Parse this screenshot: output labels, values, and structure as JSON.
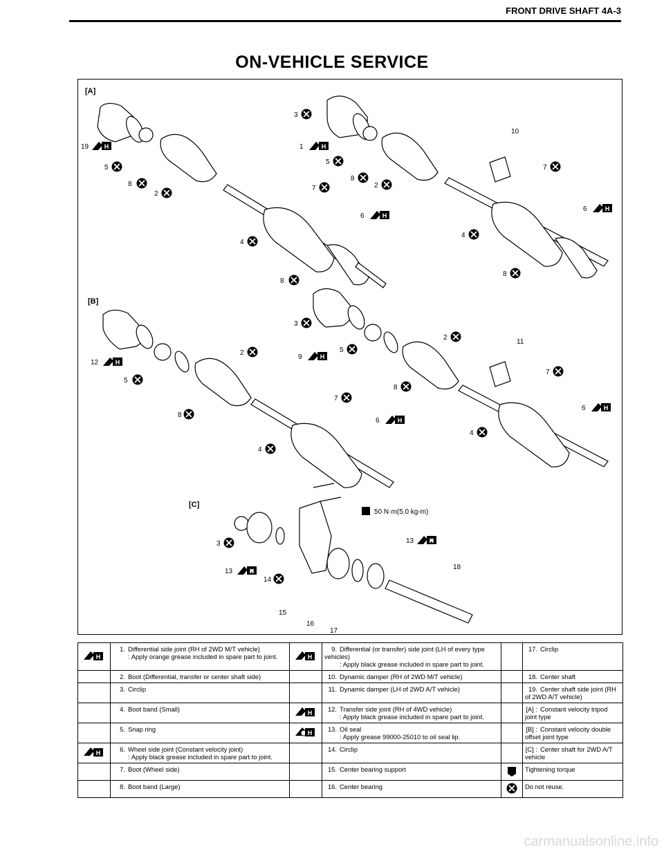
{
  "header": {
    "title": "FRONT DRIVE SHAFT 4A-3"
  },
  "page_title": "ON-VEHICLE SERVICE",
  "figure": {
    "section_labels": {
      "a": "[A]",
      "b": "[B]",
      "c": "[C]"
    },
    "torque_spec": "50 N·m(5.0 kg-m)",
    "grease_letter": "A",
    "callouts_a": [
      "19",
      "5",
      "8",
      "2",
      "4",
      "7",
      "6",
      "8",
      "3",
      "1",
      "5",
      "8",
      "2",
      "10",
      "7",
      "6",
      "4",
      "8"
    ],
    "callouts_b": [
      "12",
      "5",
      "8",
      "2",
      "4",
      "7",
      "6",
      "3",
      "9",
      "5",
      "2",
      "8",
      "11",
      "7",
      "6",
      "4"
    ],
    "callouts_c": [
      "3",
      "13",
      "14",
      "15",
      "16",
      "17",
      "18",
      "13"
    ]
  },
  "legend": {
    "rows": [
      {
        "c1": {
          "num": "1.",
          "text": "Differential side joint (RH of 2WD M/T vehicle)",
          "sub": ": Apply orange grease included in spare part to joint.",
          "icon": "grease"
        },
        "c2": {
          "num": "9.",
          "text": "Differential (or transfer) side joint (LH of every type vehicles)",
          "sub": ": Apply black grease included in spare part to joint.",
          "icon": "grease"
        },
        "c3": {
          "num": "17.",
          "text": "Circlip"
        }
      },
      {
        "c1": {
          "num": "2.",
          "text": "Boot (Differential, transfer or center shaft side)"
        },
        "c2": {
          "num": "10.",
          "text": "Dynamic damper (RH of 2WD M/T vehicle)"
        },
        "c3": {
          "num": "18.",
          "text": "Center shaft"
        }
      },
      {
        "c1": {
          "num": "3.",
          "text": "Circlip"
        },
        "c2": {
          "num": "11.",
          "text": "Dynamic damper (LH of 2WD A/T vehicle)"
        },
        "c3": {
          "num": "19.",
          "text": "Center shaft side joint (RH of 2WD A/T vehicle)"
        }
      },
      {
        "c1": {
          "num": "4.",
          "text": "Boot band (Small)"
        },
        "c2": {
          "num": "12.",
          "text": "Transfer side joint (RH of 4WD vehicle)",
          "sub": ": Apply black grease included in spare part to joint.",
          "icon": "grease"
        },
        "c3": {
          "num": "[A] :",
          "text": "Constant velocity tripod joint type"
        }
      },
      {
        "c1": {
          "num": "5.",
          "text": "Snap ring"
        },
        "c2": {
          "num": "13.",
          "text": "Oil seal",
          "sub": ": Apply grease 99000-25010 to oil seal lip.",
          "icon": "grease-a"
        },
        "c3": {
          "num": "[B] :",
          "text": "Constant velocity double offset joint type"
        }
      },
      {
        "c1": {
          "num": "6.",
          "text": "Wheel side joint (Constant velocity joint)",
          "sub": ": Apply black grease included in spare part to joint.",
          "icon": "grease"
        },
        "c2": {
          "num": "14.",
          "text": "Circlip"
        },
        "c3": {
          "num": "[C] :",
          "text": "Center shaft for 2WD A/T vehicle"
        }
      },
      {
        "c1": {
          "num": "7.",
          "text": "Boot (Wheel side)"
        },
        "c2": {
          "num": "15.",
          "text": "Center bearing support"
        },
        "c3": {
          "num": "",
          "text": "Tightening torque",
          "icon": "torque"
        }
      },
      {
        "c1": {
          "num": "8.",
          "text": "Boot band (Large)"
        },
        "c2": {
          "num": "16.",
          "text": "Center bearing"
        },
        "c3": {
          "num": "",
          "text": "Do not reuse.",
          "icon": "noreuse"
        }
      }
    ]
  },
  "footer": "carmanualsonline.info"
}
